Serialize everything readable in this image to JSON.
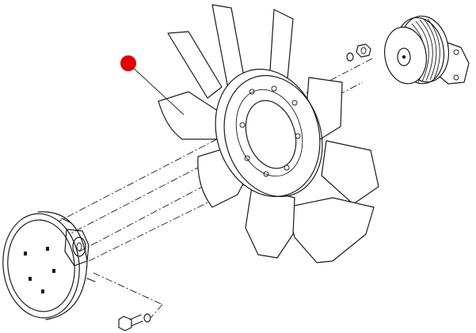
{
  "diagram": {
    "callout": {
      "color": "#e00000"
    },
    "parts": [
      "fan-blade-assembly",
      "viscous-fan-clutch",
      "water-pump-pulley",
      "bolt",
      "washer",
      "nut"
    ]
  }
}
